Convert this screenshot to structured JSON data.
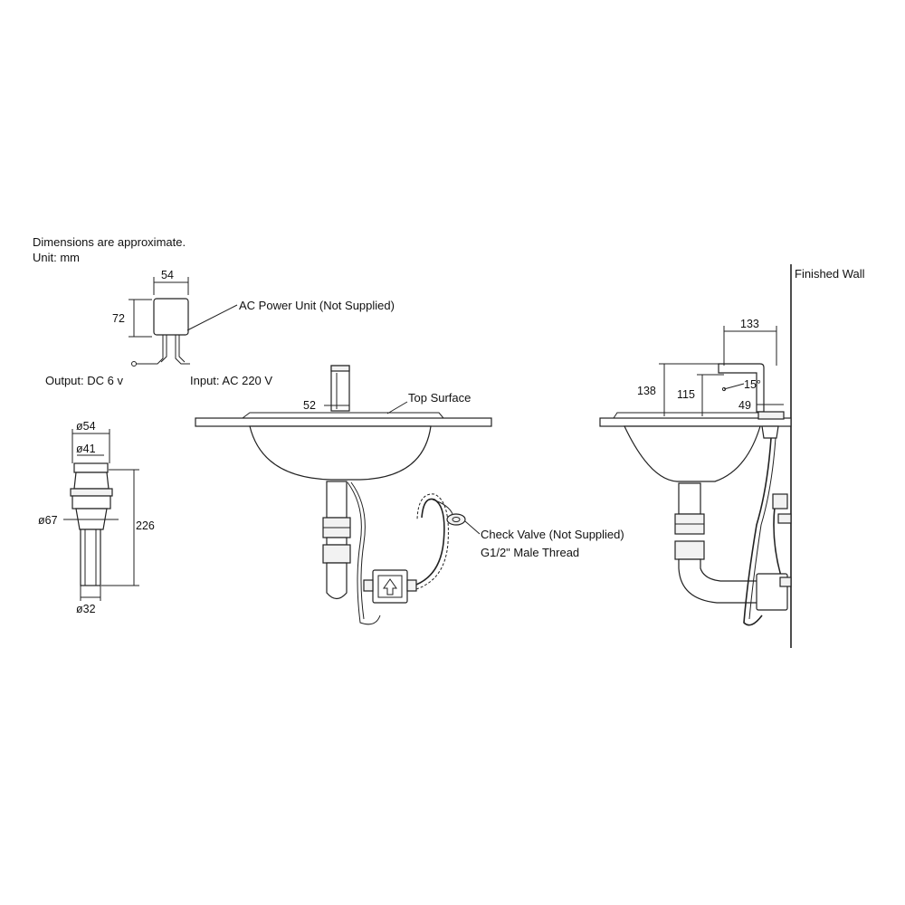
{
  "notes": {
    "line1": "Dimensions are approximate.",
    "line2": "Unit: mm"
  },
  "power_unit": {
    "width": "54",
    "height": "72",
    "label": "AC Power Unit (Not Supplied)",
    "output": "Output: DC 6 v",
    "input": "Input: AC 220 V"
  },
  "drain": {
    "d_top": "ø54",
    "d_inner": "ø41",
    "d_mid": "ø67",
    "d_bottom": "ø32",
    "length": "226"
  },
  "front_view": {
    "spout_width": "52",
    "top_surface": "Top Surface",
    "check_valve": "Check Valve (Not Supplied)",
    "thread": "G1/2\" Male Thread"
  },
  "side_view": {
    "reach": "133",
    "height_total": "138",
    "height_outlet": "115",
    "angle": "15°",
    "base": "49",
    "wall": "Finished Wall"
  }
}
